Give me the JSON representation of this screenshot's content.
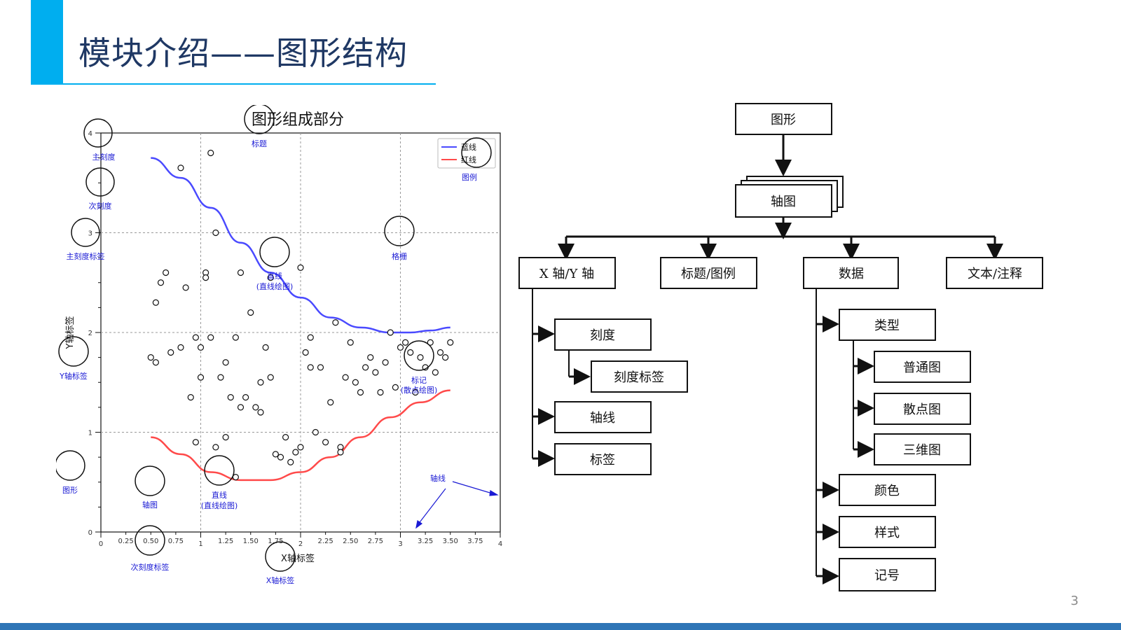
{
  "slide": {
    "title": "模块介绍——图形结构",
    "page_number": "3",
    "accent_color": "#00aeef",
    "title_color": "#1f3864",
    "band_color": "#2e75b6"
  },
  "figure": {
    "title": "图形组成部分",
    "legend": [
      "蓝线",
      "红线"
    ],
    "x_label": "X轴标签",
    "y_label": "Y轴标签",
    "annotations": {
      "title": "标题",
      "legend": "图例",
      "major_tick": "主刻度",
      "minor_tick": "次刻度",
      "major_tick_label": "主刻度标签",
      "y_axis_label": "Y轴标签",
      "grid": "格栅",
      "line_top_1": "直线",
      "line_top_2": "(直线绘图)",
      "marker_1": "标记",
      "marker_2": "(散点绘图)",
      "line_bottom_1": "直线",
      "line_bottom_2": "(直线绘图)",
      "axes": "轴图",
      "figure": "图形",
      "spine": "轴线",
      "minor_tick_label": "次刻度标签",
      "x_axis_label": "X轴标签"
    }
  },
  "chart_data": {
    "type": "line",
    "title": "图形组成部分",
    "xlabel": "X轴标签",
    "ylabel": "Y轴标签",
    "xlim": [
      0,
      4
    ],
    "ylim": [
      0,
      4
    ],
    "major_x_ticks": [
      "0",
      "1",
      "2",
      "3",
      "4"
    ],
    "minor_x_ticks": [
      "0.25",
      "0.50",
      "0.75",
      "1.25",
      "1.50",
      "1.75",
      "2.25",
      "2.50",
      "2.75",
      "3.25",
      "3.50",
      "3.75"
    ],
    "major_y_ticks": [
      "0",
      "1",
      "2",
      "3",
      "4"
    ],
    "grid": true,
    "legend_position": "top-right",
    "series": [
      {
        "name": "蓝线",
        "color": "#4a4aff",
        "x": [
          0.5,
          0.8,
          1.1,
          1.4,
          1.7,
          2.0,
          2.3,
          2.6,
          2.9,
          3.1,
          3.3,
          3.5
        ],
        "y": [
          3.75,
          3.55,
          3.25,
          2.9,
          2.6,
          2.35,
          2.15,
          2.05,
          2.0,
          2.0,
          2.02,
          2.05
        ]
      },
      {
        "name": "红线",
        "color": "#ff4a4a",
        "x": [
          0.5,
          0.8,
          1.1,
          1.4,
          1.7,
          2.0,
          2.3,
          2.6,
          2.9,
          3.2,
          3.5
        ],
        "y": [
          0.95,
          0.78,
          0.6,
          0.52,
          0.52,
          0.6,
          0.75,
          0.95,
          1.15,
          1.3,
          1.42
        ]
      },
      {
        "name": "",
        "type": "scatter",
        "x": [
          0.8,
          0.5,
          0.55,
          0.6,
          0.65,
          0.7,
          0.8,
          0.85,
          0.9,
          0.95,
          1.0,
          1.05,
          1.1,
          1.15,
          1.2,
          1.25,
          1.3,
          1.35,
          1.4,
          1.45,
          1.5,
          1.55,
          1.6,
          1.65,
          1.7,
          1.75,
          1.8,
          1.85,
          1.9,
          1.95,
          2.0,
          2.05,
          2.1,
          2.15,
          2.2,
          2.25,
          2.3,
          2.35,
          2.4,
          2.45,
          2.5,
          2.55,
          2.6,
          2.65,
          2.7,
          2.75,
          2.8,
          2.85,
          2.9,
          2.95,
          3.0,
          3.05,
          3.1,
          3.15,
          3.2,
          3.25,
          3.3,
          3.35,
          3.4,
          3.45,
          3.5,
          1.1,
          1.15,
          1.25,
          1.35,
          1.4,
          0.55,
          0.95,
          1.0,
          1.05,
          2.0,
          2.1,
          2.4,
          1.6,
          1.7
        ],
        "y": [
          3.65,
          1.75,
          2.3,
          2.5,
          2.6,
          1.8,
          1.85,
          2.45,
          1.35,
          1.95,
          1.55,
          2.6,
          1.95,
          3.0,
          1.55,
          1.7,
          1.35,
          1.95,
          1.25,
          1.35,
          2.2,
          1.25,
          1.2,
          1.85,
          1.55,
          0.78,
          0.75,
          0.95,
          0.7,
          0.8,
          0.85,
          1.8,
          1.65,
          1.0,
          1.65,
          0.9,
          1.3,
          2.1,
          0.85,
          1.55,
          1.9,
          1.5,
          1.4,
          1.65,
          1.75,
          1.6,
          1.4,
          1.7,
          2.0,
          1.45,
          1.85,
          1.9,
          1.8,
          1.4,
          1.75,
          1.65,
          1.9,
          1.6,
          1.8,
          1.75,
          1.9,
          3.8,
          0.85,
          0.95,
          0.55,
          2.6,
          1.7,
          0.9,
          1.85,
          2.55,
          2.65,
          1.95,
          0.8,
          1.5,
          2.55
        ]
      }
    ]
  },
  "tree": {
    "root": "图形",
    "axes": "轴图",
    "level1": [
      "X 轴/Y 轴",
      "标题/图例",
      "数据",
      "文本/注释"
    ],
    "axis_children": [
      "刻度",
      "刻度标签",
      "轴线",
      "标签"
    ],
    "data_children": [
      "类型",
      "普通图",
      "散点图",
      "三维图",
      "颜色",
      "样式",
      "记号"
    ]
  }
}
